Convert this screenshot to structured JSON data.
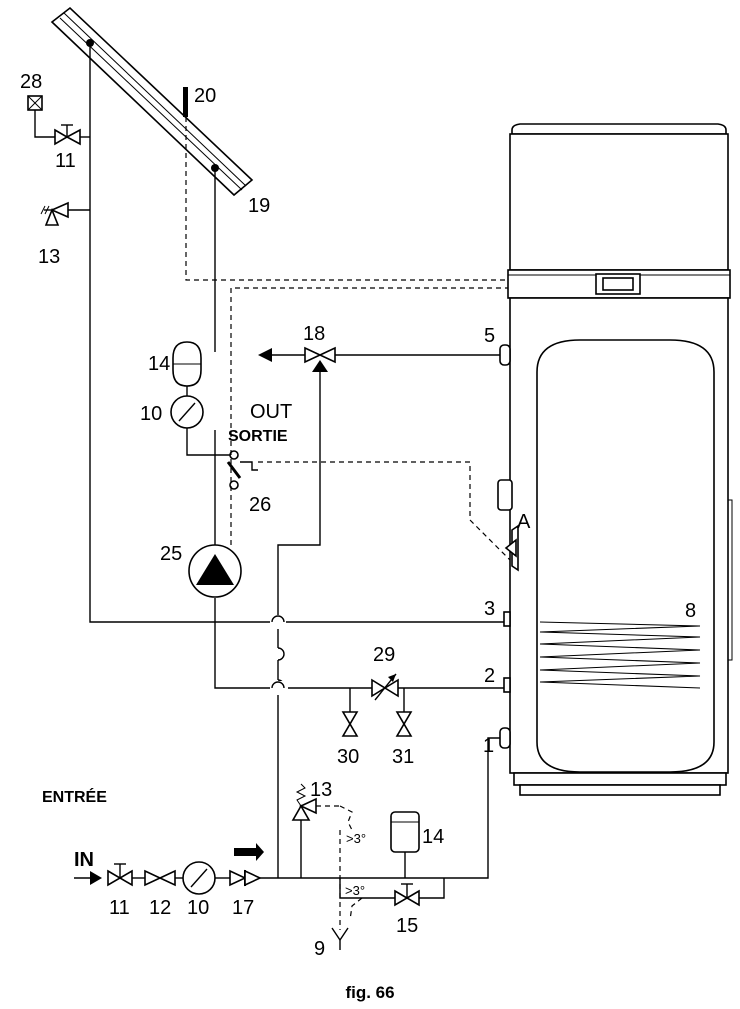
{
  "labels": {
    "n28": "28",
    "n20": "20",
    "n11a": "11",
    "n19": "19",
    "n13a": "13",
    "n14a": "14",
    "n18": "18",
    "n5": "5",
    "n10a": "10",
    "n26": "26",
    "nA": "A",
    "n25": "25",
    "n3": "3",
    "n8": "8",
    "n29": "29",
    "n2": "2",
    "n30": "30",
    "n31": "31",
    "n1": "1",
    "n13b": "13",
    "n14b": "14",
    "n11b": "11",
    "n12": "12",
    "n10b": "10",
    "n17": "17",
    "n15": "15",
    "n9": "9"
  },
  "text": {
    "out": "OUT",
    "sortie": "SORTIE",
    "entree": "ENTRÉE",
    "in": "IN",
    "angle1": ">3°",
    "angle2": ">3°"
  },
  "caption": "fig. 66"
}
